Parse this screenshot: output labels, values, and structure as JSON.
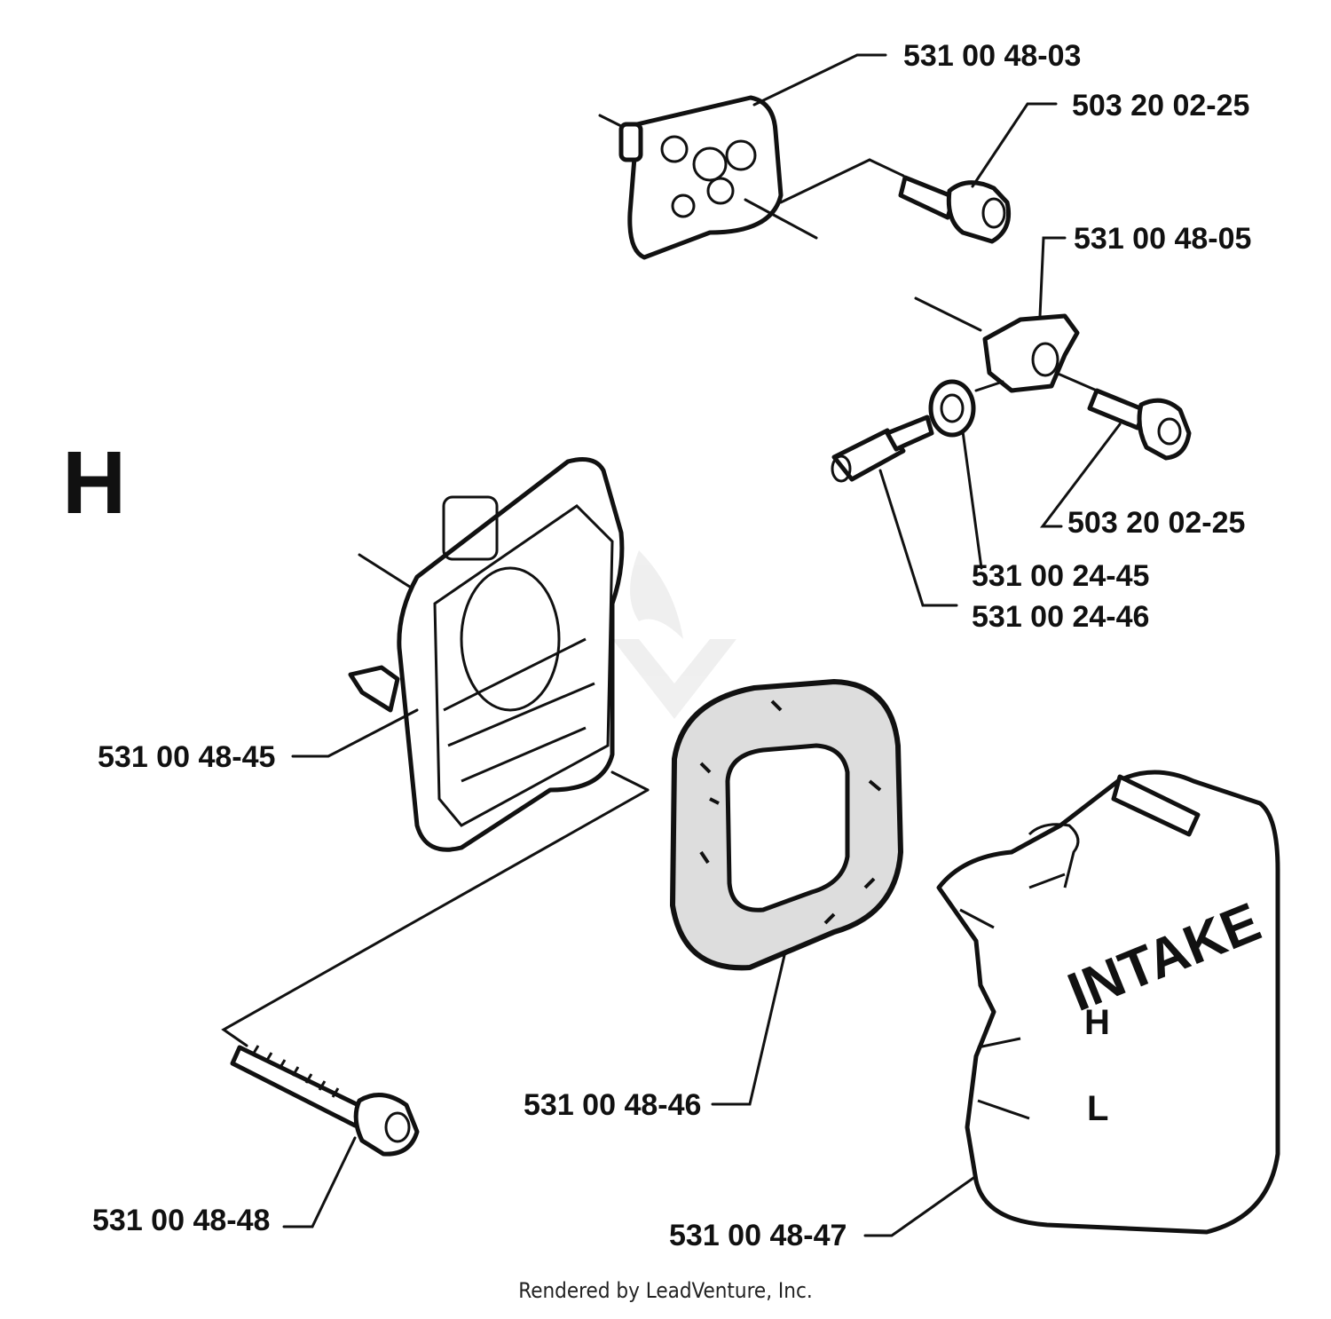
{
  "section_letter": "H",
  "parts": [
    {
      "id": "531 00 48-03"
    },
    {
      "id": "503 20 02-25"
    },
    {
      "id": "531 00 48-05"
    },
    {
      "id": "503 20 02-25"
    },
    {
      "id": "531 00 24-45"
    },
    {
      "id": "531 00 24-46"
    },
    {
      "id": "531 00 48-45"
    },
    {
      "id": "531 00 48-46"
    },
    {
      "id": "531 00 48-48"
    },
    {
      "id": "531 00 48-47"
    }
  ],
  "cover_text": {
    "intake": "INTAKE",
    "hi": "H",
    "lo": "L"
  },
  "footer": "Rendered by LeadVenture, Inc."
}
